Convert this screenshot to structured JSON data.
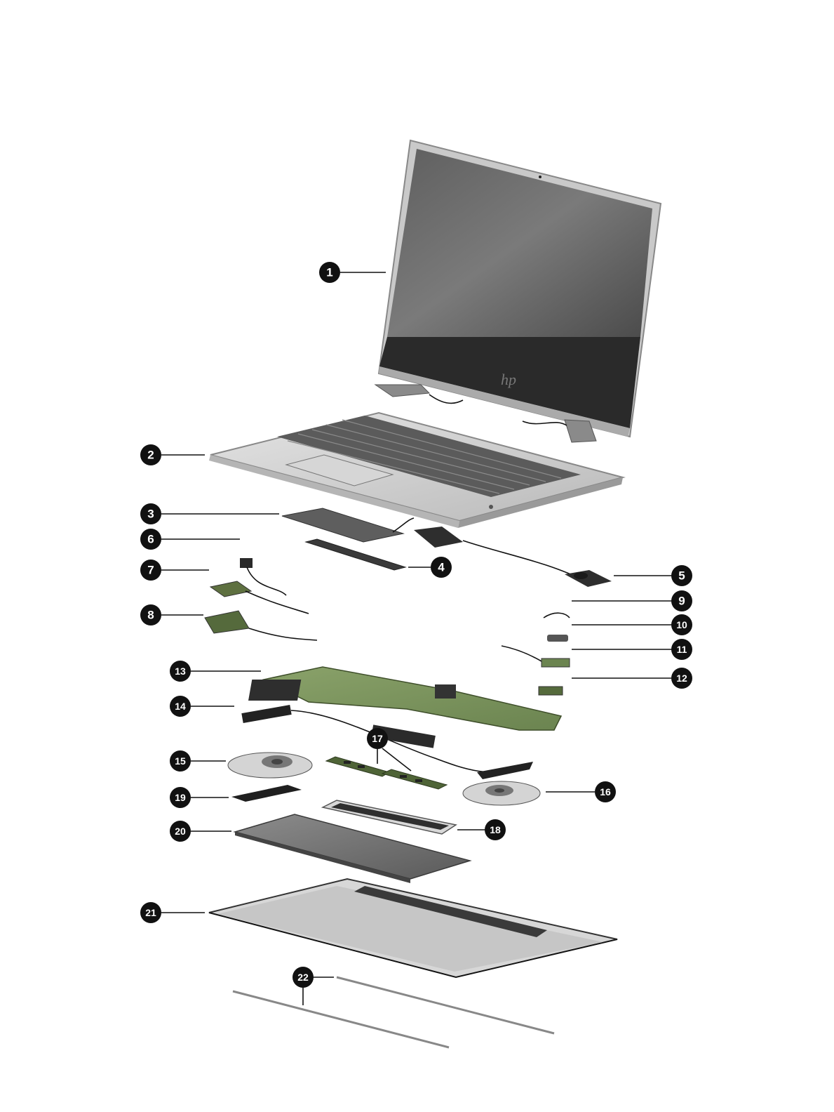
{
  "diagram": {
    "callouts": [
      {
        "id": "callout-1",
        "label": "1"
      },
      {
        "id": "callout-2",
        "label": "2"
      },
      {
        "id": "callout-3",
        "label": "3"
      },
      {
        "id": "callout-4",
        "label": "4"
      },
      {
        "id": "callout-5",
        "label": "5"
      },
      {
        "id": "callout-6",
        "label": "6"
      },
      {
        "id": "callout-7",
        "label": "7"
      },
      {
        "id": "callout-8",
        "label": "8"
      },
      {
        "id": "callout-9",
        "label": "9"
      },
      {
        "id": "callout-10",
        "label": "10"
      },
      {
        "id": "callout-11",
        "label": "11"
      },
      {
        "id": "callout-12",
        "label": "12"
      },
      {
        "id": "callout-13",
        "label": "13"
      },
      {
        "id": "callout-14",
        "label": "14"
      },
      {
        "id": "callout-15",
        "label": "15"
      },
      {
        "id": "callout-16",
        "label": "16"
      },
      {
        "id": "callout-17",
        "label": "17"
      },
      {
        "id": "callout-18",
        "label": "18"
      },
      {
        "id": "callout-19",
        "label": "19"
      },
      {
        "id": "callout-20",
        "label": "20"
      },
      {
        "id": "callout-21",
        "label": "21"
      },
      {
        "id": "callout-22",
        "label": "22"
      }
    ]
  }
}
